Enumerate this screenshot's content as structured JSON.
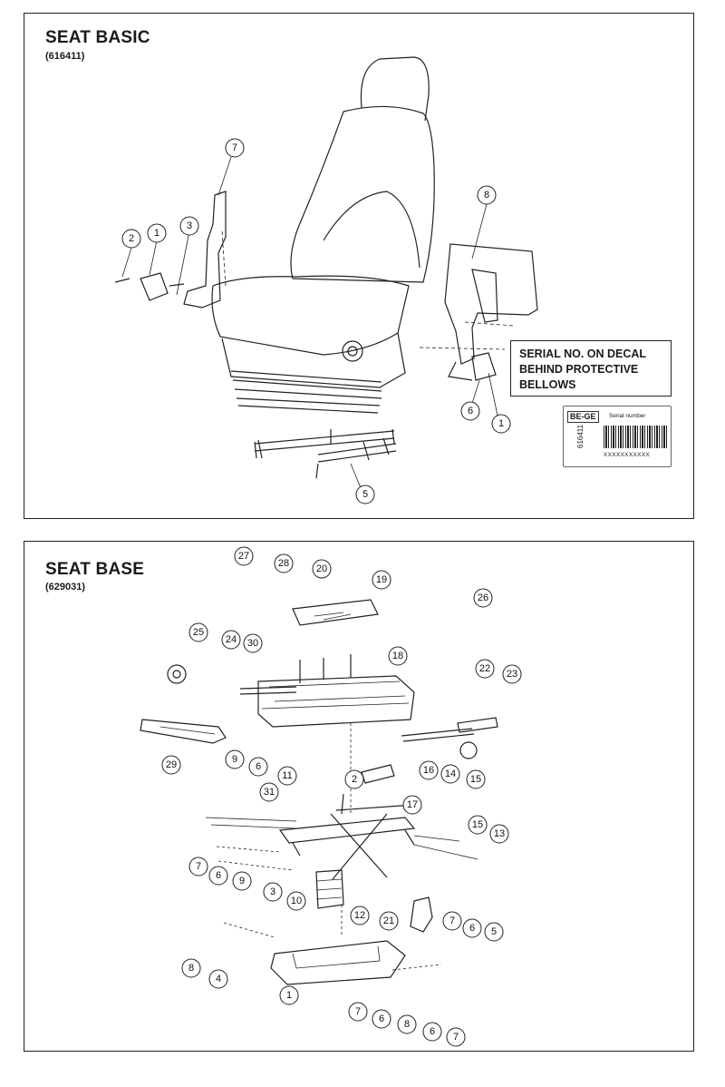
{
  "panels": [
    {
      "title": "SEAT BASIC",
      "code": "(616411)",
      "callout_lines": [
        "SERIAL NO. ON DECAL",
        "BEHIND PROTECTIVE",
        "BELLOWS"
      ],
      "decal": {
        "brand": "BE-GE",
        "serial_label": "Serial number",
        "number": "616411",
        "barcode_text": "XXXXXXXXXXX"
      },
      "callouts": [
        "7",
        "8",
        "2",
        "1",
        "3",
        "6",
        "1",
        "5"
      ]
    },
    {
      "title": "SEAT BASE",
      "code": "(629031)",
      "callouts": [
        "27",
        "28",
        "20",
        "19",
        "26",
        "25",
        "24",
        "30",
        "18",
        "22",
        "23",
        "29",
        "9",
        "6",
        "11",
        "31",
        "2",
        "16",
        "14",
        "15",
        "17",
        "15",
        "13",
        "7",
        "6",
        "9",
        "3",
        "10",
        "12",
        "21",
        "7",
        "6",
        "5",
        "8",
        "4",
        "1",
        "7",
        "6",
        "8",
        "6",
        "7"
      ]
    }
  ]
}
